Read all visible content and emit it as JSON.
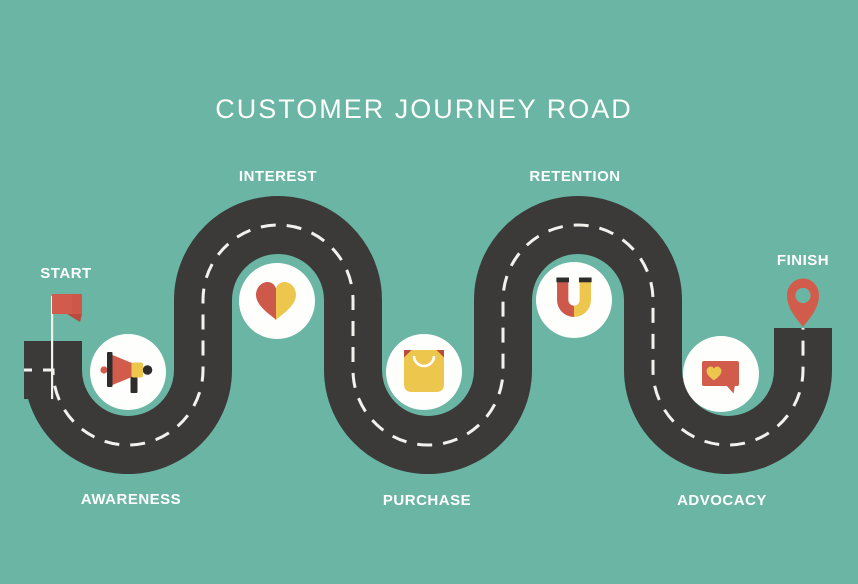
{
  "title": "CUSTOMER JOURNEY ROAD",
  "journey": {
    "start": {
      "label": "START",
      "marker_icon": "flag-icon"
    },
    "finish": {
      "label": "FINISH",
      "marker_icon": "location-pin-icon"
    },
    "stages": [
      {
        "label": "AWARENESS",
        "icon": "megaphone-icon",
        "position": "bottom-curve-1"
      },
      {
        "label": "INTEREST",
        "icon": "split-heart-icon",
        "position": "top-curve-1"
      },
      {
        "label": "PURCHASE",
        "icon": "shopping-bag-icon",
        "position": "bottom-curve-2"
      },
      {
        "label": "RETENTION",
        "icon": "magnet-icon",
        "position": "top-curve-2"
      },
      {
        "label": "ADVOCACY",
        "icon": "speech-bubble-heart-icon",
        "position": "bottom-curve-3"
      }
    ]
  },
  "colors": {
    "background": "#6ab5a4",
    "road": "#3b3a38",
    "road_dashes": "#ffffff",
    "stage_circle": "#fefefc",
    "accent_red": "#d25c4b",
    "accent_red_dark": "#b84b3c",
    "accent_yellow": "#edc64e",
    "icon_dark": "#2e2d2b",
    "text": "#ffffff"
  }
}
